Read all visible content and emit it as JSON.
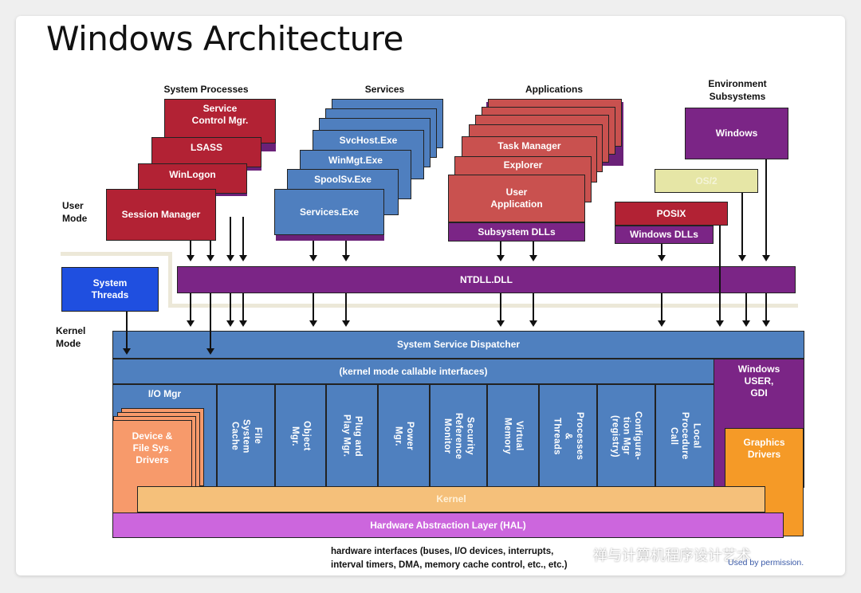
{
  "title": "Windows Architecture",
  "labels": {
    "system_processes": "System Processes",
    "services": "Services",
    "applications": "Applications",
    "environment_subsystems": "Environment\nSubsystems",
    "user_mode": "User\nMode",
    "kernel_mode": "Kernel\nMode"
  },
  "system_processes": {
    "service_control": "Service\nControl Mgr.",
    "lsass": "LSASS",
    "winlogon": "WinLogon",
    "session_manager": "Session  Manager"
  },
  "services": {
    "svchost": "SvcHost.Exe",
    "winmgt": "WinMgt.Exe",
    "spoolsv": "SpoolSv.Exe",
    "services_exe": "Services.Exe"
  },
  "applications": {
    "task_manager": "Task Manager",
    "explorer": "Explorer",
    "user_application": "User\nApplication",
    "subsystem_dlls": "Subsystem DLLs"
  },
  "env_subsystems": {
    "windows": "Windows",
    "os2": "OS/2",
    "posix": "POSIX",
    "windows_dlls": "Windows DLLs"
  },
  "system_threads": "System\nThreads",
  "ntdll": "NTDLL.DLL",
  "dispatcher": "System Service Dispatcher",
  "kernel_callable": "(kernel mode callable interfaces)",
  "windows_user_gdi": "Windows\nUSER,\nGDI",
  "io_mgr": "I/O Mgr",
  "device_drivers": "Device &\nFile Sys.\nDrivers",
  "executive": [
    "File\nSystem\nCache",
    "Object\nMgr.",
    "Plug and\nPlay Mgr.",
    "Power\nMgr.",
    "Security\nReference\nMonitor",
    "Virtual\nMemory",
    "Processes\n&\nThreads",
    "Configura-\ntion Mgr\n(registry)",
    "Local\nProcedure\nCall"
  ],
  "graphics_drivers": "Graphics\nDrivers",
  "kernel": "Kernel",
  "hal": "Hardware Abstraction Layer (HAL)",
  "footnote": "hardware interfaces (buses, I/O devices, interrupts,\ninterval timers, DMA, memory cache control, etc., etc.)",
  "watermark": "禅与计算机程序设计艺术",
  "permission": "Used by permission.",
  "colors": {
    "system_process_red": "#b22234",
    "service_blue": "#4f7fbf",
    "application_salmon": "#c9514f",
    "ntdll_purple": "#7b2586",
    "system_threads_blue": "#1f4fe0",
    "kernel_tan": "#f5c07a",
    "hal_violet": "#cc66dd",
    "device_orange": "#f79a6b",
    "graphics_orange": "#f59a27",
    "os2_khaki": "#e6e6a6"
  }
}
